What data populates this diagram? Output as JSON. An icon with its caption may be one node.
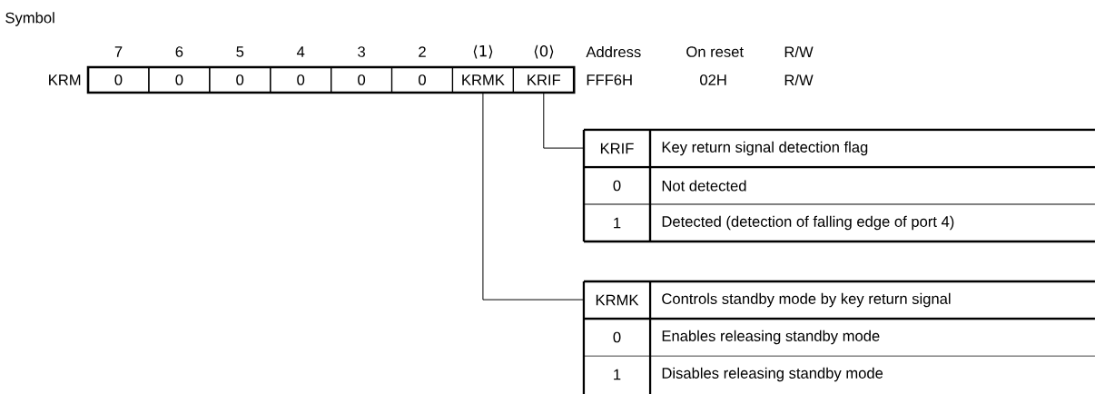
{
  "diagram": {
    "nodes": [
      {
        "text": [
          "0"
        ]
      },
      {
        "text": [
          "0"
        ]
      },
      {
        "text": [
          "0"
        ]
      },
      {
        "text": [
          "0"
        ]
      },
      {
        "text": [
          "0"
        ]
      },
      {
        "text": [
          "0"
        ]
      },
      {
        "text": [
          "KRMK"
        ]
      },
      {
        "text": [
          "KRIF"
        ]
      },
      {
        "text": [
          "KRIF",
          "Key return signal detection flag",
          "0",
          "Not detected",
          "1",
          "Detected (detection of falling edge of port 4)"
        ]
      },
      {
        "text": [
          "KRMK",
          "Controls standby mode by key return signal",
          "0",
          "Enables releasing standby mode",
          "1",
          "Disables releasing standby mode"
        ]
      }
    ],
    "edges": [
      {
        "from": 7,
        "to": 8,
        "arrow": "none"
      },
      {
        "from": 6,
        "to": 9,
        "arrow": "none"
      }
    ],
    "labels": [
      "Symbol",
      "7",
      "6",
      "5",
      "4",
      "3",
      "2",
      "⟨1⟩",
      "⟨0⟩",
      "Address",
      "On reset",
      "R/W",
      "KRM",
      "FFF6H",
      "02H",
      "R/W"
    ]
  }
}
